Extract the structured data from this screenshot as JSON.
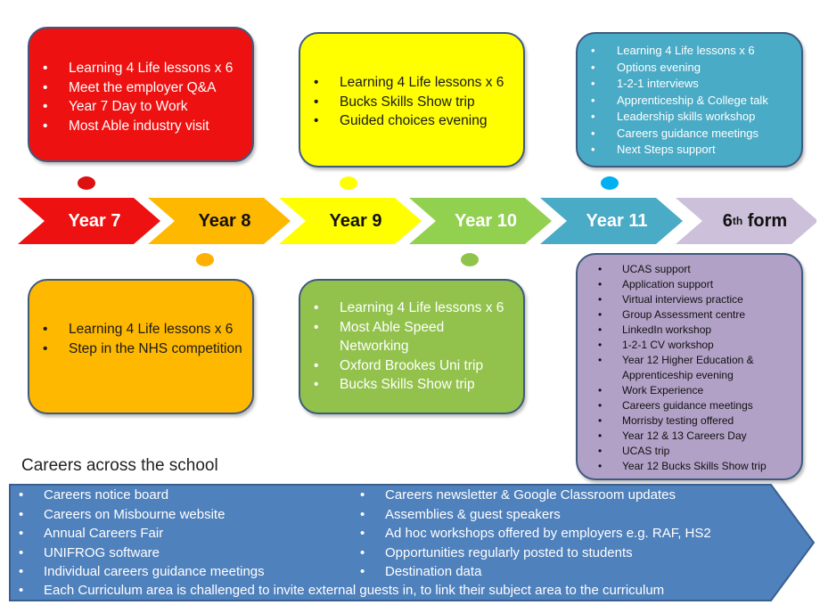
{
  "timeline": [
    {
      "key": "y7",
      "label": "Year 7",
      "color": "#ee1111",
      "items": [
        "Learning 4 Life lessons x 6",
        "Meet the employer Q&A",
        "Year 7 Day to Work",
        "Most Able industry visit"
      ]
    },
    {
      "key": "y8",
      "label": "Year 8",
      "color": "#ffb800",
      "items": [
        "Learning 4 Life lessons x 6",
        "Step in the NHS competition"
      ]
    },
    {
      "key": "y9",
      "label": "Year 9",
      "color": "#ffff00",
      "items": [
        "Learning 4 Life lessons x 6",
        "Bucks Skills Show trip",
        "Guided choices evening"
      ]
    },
    {
      "key": "y10",
      "label": "Year 10",
      "color": "#92d050",
      "items": [
        "Learning 4 Life lessons x 6",
        "Most Able Speed Networking",
        "Oxford Brookes Uni trip",
        "Bucks Skills Show trip"
      ]
    },
    {
      "key": "y11",
      "label": "Year 11",
      "color": "#4aabc6",
      "items": [
        "Learning 4 Life lessons x 6",
        "Options evening",
        "1-2-1 interviews",
        "Apprenticeship & College talk",
        "Leadership skills workshop",
        "Careers guidance meetings",
        "Next Steps support"
      ]
    },
    {
      "key": "sixth",
      "label_main": "6",
      "label_sup": "th",
      "label_rest": " form",
      "color": "#ccc0da",
      "items": [
        "UCAS support",
        "Application support",
        "Virtual interviews practice",
        "Group Assessment centre",
        "LinkedIn workshop",
        "1-2-1 CV workshop",
        "Year 12 Higher Education & Apprenticeship evening",
        "Work Experience",
        "Careers guidance meetings",
        "Morrisby testing offered",
        "Year 12 & 13 Careers Day",
        "UCAS trip",
        "Year 12 Bucks Skills Show trip"
      ]
    }
  ],
  "across_school": {
    "title": "Careers across the school",
    "color": "#4f81bd",
    "left_items": [
      "Careers notice board",
      "Careers on Misbourne website",
      "Annual Careers Fair",
      "UNIFROG software",
      "Individual careers guidance meetings"
    ],
    "right_items": [
      "Careers newsletter & Google Classroom updates",
      "Assemblies & guest speakers",
      "Ad hoc workshops offered by employers e.g. RAF, HS2",
      "Opportunities regularly posted to students",
      "Destination data"
    ],
    "full_item": "Each Curriculum area is challenged to invite external guests in, to link their subject area to the curriculum"
  }
}
